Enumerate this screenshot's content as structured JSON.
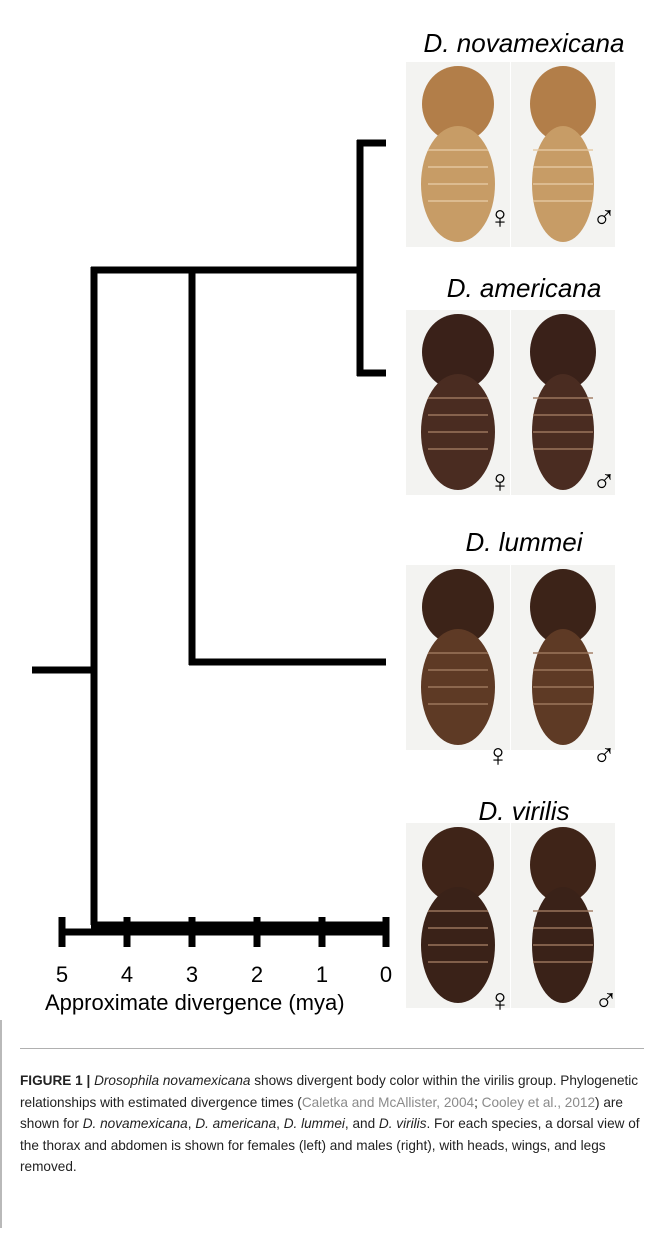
{
  "species": [
    {
      "name": "D. novamexicana",
      "female_symbol": "♀",
      "male_symbol": "♂",
      "body_color": "#c79c66",
      "thorax_color": "#b27e49"
    },
    {
      "name": "D. americana",
      "female_symbol": "♀",
      "male_symbol": "♂",
      "body_color": "#4a2c21",
      "thorax_color": "#3a2119"
    },
    {
      "name": "D. lummei",
      "female_symbol": "♀",
      "male_symbol": "♂",
      "body_color": "#5e3a25",
      "thorax_color": "#3c2318"
    },
    {
      "name": "D. virilis",
      "female_symbol": "♀",
      "male_symbol": "♂",
      "body_color": "#3a2218",
      "thorax_color": "#3f2418"
    }
  ],
  "axis": {
    "ticks": [
      "5",
      "4",
      "3",
      "2",
      "1",
      "0"
    ],
    "title": "Approximate divergence (mya)"
  },
  "caption": {
    "lead": "FIGURE 1 |",
    "species_italic": "Drosophila novamexicana",
    "text_1": " shows divergent body color within the virilis group. Phylogenetic relationships with estimated divergence times (",
    "cite_1": "Caletka and McAllister, 2004",
    "sep": "; ",
    "cite_2": "Cooley et al., 2012",
    "text_2": ") are shown for ",
    "sp1": "D. novamexicana",
    "c1": ", ",
    "sp2": "D. americana",
    "c2": ", ",
    "sp3": "D. lummei",
    "c3": ", and ",
    "sp4": "D. virilis",
    "text_3": ". For each species, a dorsal view of the thorax and abdomen is shown for females (left) and males (right), with heads, wings, and legs removed."
  }
}
